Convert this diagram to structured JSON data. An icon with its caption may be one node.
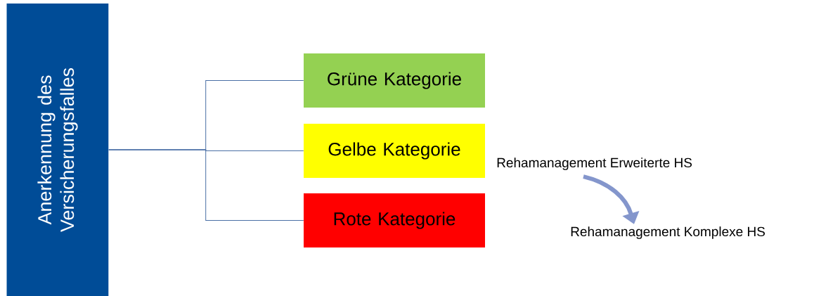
{
  "diagram": {
    "nodes": [
      {
        "text": [
          "Anerkennung des Versicherungsfalles"
        ]
      },
      {
        "text": [
          "Grüne Kategorie"
        ]
      },
      {
        "text": [
          "Gelbe Kategorie"
        ]
      },
      {
        "text": [
          "Rote Kategorie"
        ]
      },
      {
        "text": [
          "Rehamanagement Erweiterte HS"
        ]
      },
      {
        "text": [
          "Rehamanagement Komplexe HS"
        ]
      }
    ],
    "edges": [
      {
        "from": 0,
        "to": 1,
        "arrow": "none"
      },
      {
        "from": 0,
        "to": 2,
        "arrow": "none"
      },
      {
        "from": 0,
        "to": 3,
        "arrow": "none"
      },
      {
        "from": 4,
        "to": 5,
        "arrow": "to",
        "style": "thick",
        "color": "#8496cc"
      }
    ]
  }
}
